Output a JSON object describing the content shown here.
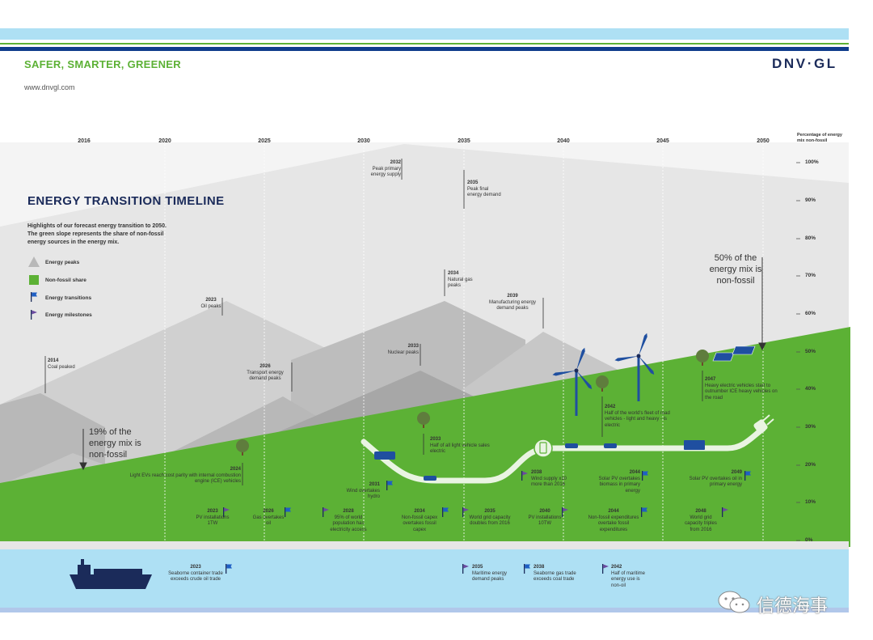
{
  "header": {
    "tagline": "SAFER, SMARTER, GREENER",
    "url": "www.dnvgl.com",
    "logo": "DNV·GL"
  },
  "timeline": {
    "title": "ENERGY TRANSITION TIMELINE",
    "subtitle": "Highlights of our forecast energy transition to 2050. The green slope represents the share of non-fossil energy sources in the energy mix.",
    "years": [
      "2016",
      "2020",
      "2025",
      "2030",
      "2035",
      "2040",
      "2045",
      "2050"
    ]
  },
  "axis": {
    "title": "Percentage of energy mix non-fossil",
    "ticks": [
      "100%",
      "90%",
      "80%",
      "70%",
      "60%",
      "50%",
      "40%",
      "30%",
      "20%",
      "10%",
      "0%"
    ]
  },
  "legend": [
    {
      "label": "Energy peaks",
      "icon": "mountain-icon"
    },
    {
      "label": "Non-fossil share",
      "icon": "green-square-icon"
    },
    {
      "label": "Energy transitions",
      "icon": "flag-icon"
    },
    {
      "label": "Energy milestones",
      "icon": "flag-icon"
    }
  ],
  "callouts": {
    "start": "19% of the energy mix is non-fossil",
    "end": "50% of the energy mix is non-fossil"
  },
  "peaks": [
    {
      "year": "2014",
      "text": "Coal peaked"
    },
    {
      "year": "2023",
      "text": "Oil peaks"
    },
    {
      "year": "2026",
      "text": "Transport energy demand peaks"
    },
    {
      "year": "2032",
      "text": "Peak primary energy supply"
    },
    {
      "year": "2035",
      "text": "Peak final energy demand"
    },
    {
      "year": "2034",
      "text": "Natural gas peaks"
    },
    {
      "year": "2033",
      "text": "Nuclear peaks"
    },
    {
      "year": "2039",
      "text": "Manufacturing energy demand peaks"
    }
  ],
  "mid_events": [
    {
      "year": "2024",
      "text": "Light EVs reach cost parity with internal combustion engine (ICE) vehicles"
    },
    {
      "year": "2031",
      "text": "Wind overtakes hydro"
    },
    {
      "year": "2033",
      "text": "Half of all light vehicle sales electric"
    },
    {
      "year": "2038",
      "text": "Wind supply x10 more than 2016"
    },
    {
      "year": "2042",
      "text": "Half of the world's fleet of road vehicles - light and heavy - is electric"
    },
    {
      "year": "2044",
      "text": "Solar PV overtakes biomass in primary energy"
    },
    {
      "year": "2047",
      "text": "Heavy electric vehicles start to outnumber ICE heavy vehicles on the road"
    },
    {
      "year": "2049",
      "text": "Solar PV overtakes oil in primary energy"
    }
  ],
  "bottom_events": [
    {
      "year": "2023",
      "text": "PV installations 1TW"
    },
    {
      "year": "2026",
      "text": "Gas overtakes oil"
    },
    {
      "year": "2028",
      "text": "95% of world population has electricity access"
    },
    {
      "year": "2034",
      "text": "Non-fossil capex overtakes fossil capex"
    },
    {
      "year": "2035",
      "text": "World grid capacity doubles from 2016"
    },
    {
      "year": "2040",
      "text": "PV installations 10TW"
    },
    {
      "year": "2044",
      "text": "Non-fossil expenditures overtake fossil expenditures"
    },
    {
      "year": "2048",
      "text": "World grid capacity triples from 2016"
    }
  ],
  "maritime_events": [
    {
      "year": "2023",
      "text": "Seaborne container trade exceeds crude oil trade"
    },
    {
      "year": "2035",
      "text": "Maritime energy demand peaks"
    },
    {
      "year": "2038",
      "text": "Seaborne gas trade exceeds coal trade"
    },
    {
      "year": "2042",
      "text": "Half of maritime energy use is non-oil"
    }
  ],
  "watermark": "信德海事",
  "colors": {
    "green": "#5cb135",
    "navy": "#1b2b5a",
    "blue_band": "#0f3c8c",
    "sky": "#aee0f4",
    "ground": "#e6e6e6"
  }
}
